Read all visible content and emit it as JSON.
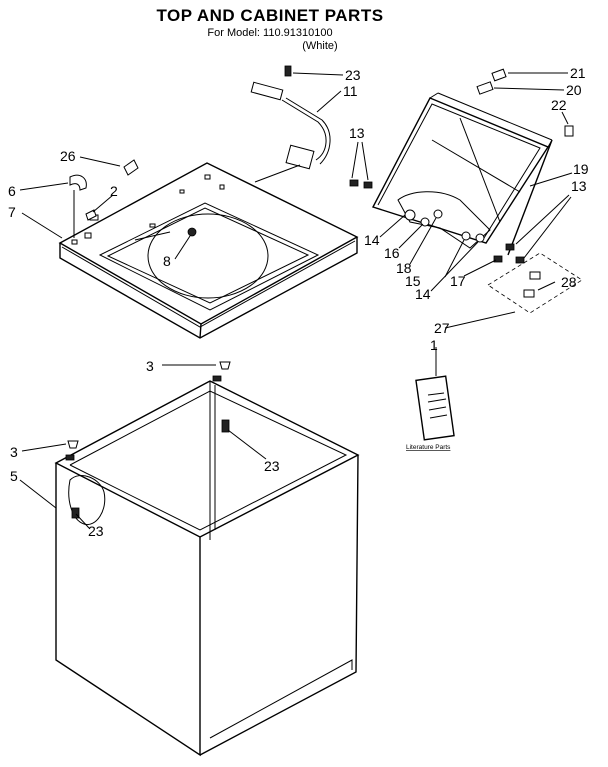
{
  "title": "TOP AND CABINET PARTS",
  "model_line": "For Model: 110.91310100",
  "color_line": "(White)",
  "literature_caption": "Literature Parts",
  "callouts": {
    "c1": "1",
    "c2": "2",
    "c3a": "3",
    "c3b": "3",
    "c5": "5",
    "c6": "6",
    "c7": "7",
    "c8": "8",
    "c11": "11",
    "c13a": "13",
    "c13b": "13",
    "c14a": "14",
    "c14b": "14",
    "c15": "15",
    "c16": "16",
    "c17": "17",
    "c18": "18",
    "c19": "19",
    "c20": "20",
    "c21": "21",
    "c22": "22",
    "c23a": "23",
    "c23b": "23",
    "c23c": "23",
    "c26": "26",
    "c27": "27",
    "c28": "28"
  }
}
